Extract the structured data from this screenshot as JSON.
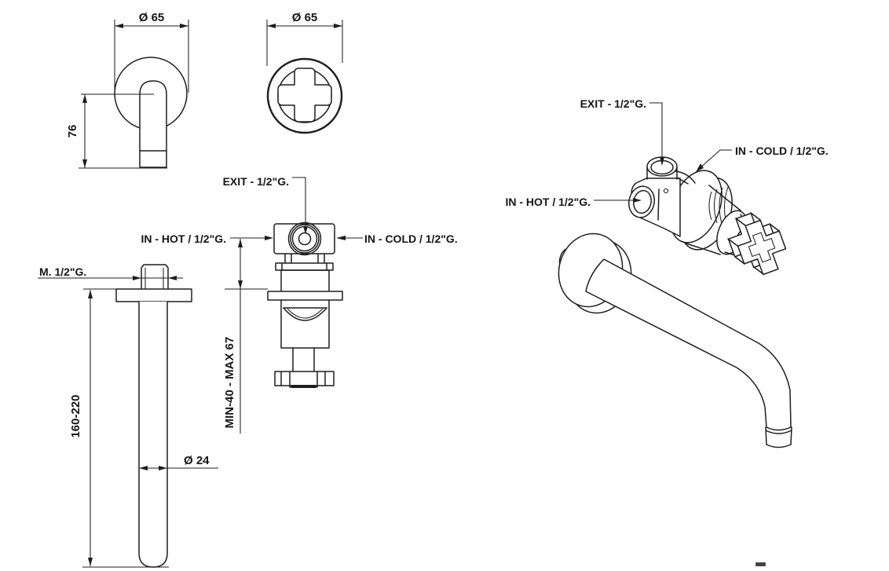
{
  "document": {
    "kind": "technical dimension drawing, wall-mounted mixer tap (3 sheet views + isometric)",
    "line_color": "#1e1e1e",
    "background": "#ffffff"
  },
  "views": {
    "spout_side_view": {
      "diameter": "Ø 65",
      "height": "76"
    },
    "handle_front_view": {
      "diameter": "Ø 65"
    },
    "valve_front_view": {
      "exit": "EXIT - 1/2\"G.",
      "in_hot": "IN - HOT / 1/2\"G.",
      "in_cold": "IN - COLD / 1/2\"G.",
      "recess_depth": "MIN-40 - MAX 67"
    },
    "spout_front_view": {
      "thread": "M. 1/2\"G.",
      "length_range": "160-220",
      "diameter": "Ø 24"
    },
    "isometric_view": {
      "exit": "EXIT - 1/2\"G.",
      "in_cold": "IN - COLD / 1/2\"G.",
      "in_hot": "IN - HOT / 1/2\"G."
    }
  }
}
